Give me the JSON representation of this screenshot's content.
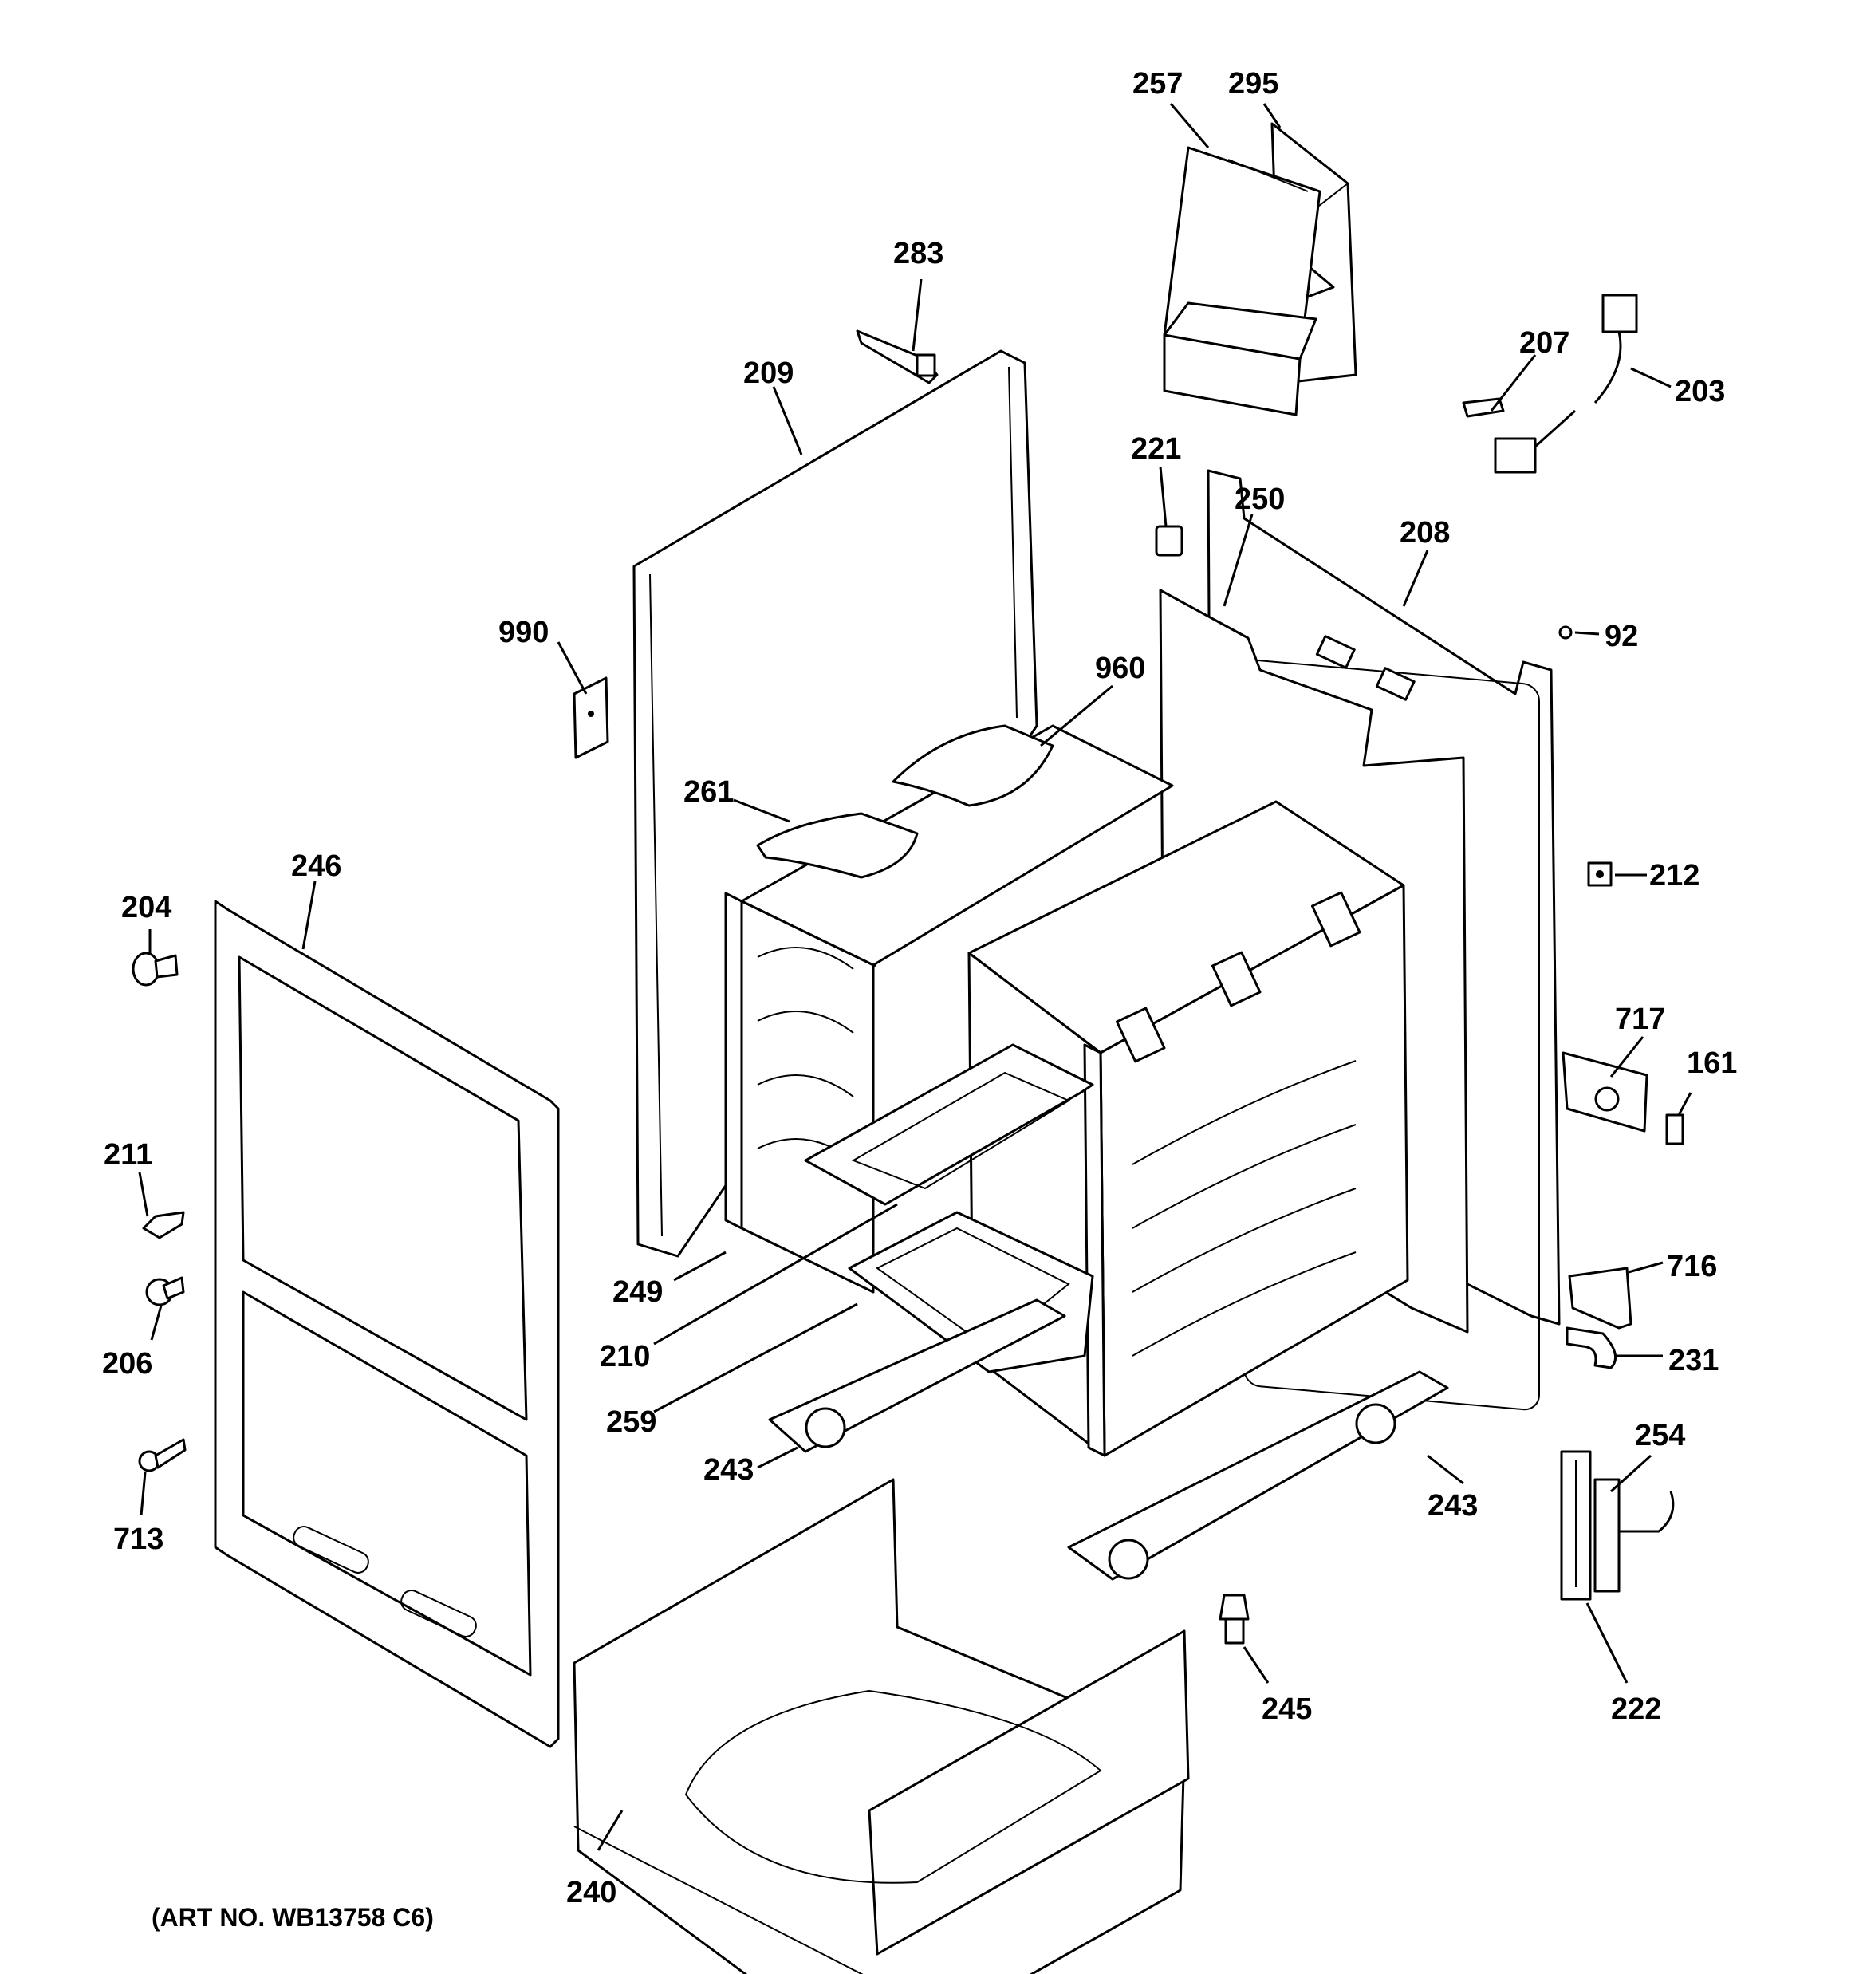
{
  "diagram": {
    "caption": "(ART NO. WB13758 C6)",
    "callouts": {
      "c257": "257",
      "c295": "295",
      "c283": "283",
      "c209": "209",
      "c207": "207",
      "c203": "203",
      "c221": "221",
      "c250": "250",
      "c208": "208",
      "c92": "92",
      "c990": "990",
      "c960": "960",
      "c261": "261",
      "c246": "246",
      "c204": "204",
      "c212": "212",
      "c717": "717",
      "c161": "161",
      "c211": "211",
      "c206": "206",
      "c716": "716",
      "c249": "249",
      "c210": "210",
      "c231": "231",
      "c259": "259",
      "c254": "254",
      "c243a": "243",
      "c243b": "243",
      "c713": "713",
      "c245": "245",
      "c222": "222",
      "c240": "240"
    }
  }
}
